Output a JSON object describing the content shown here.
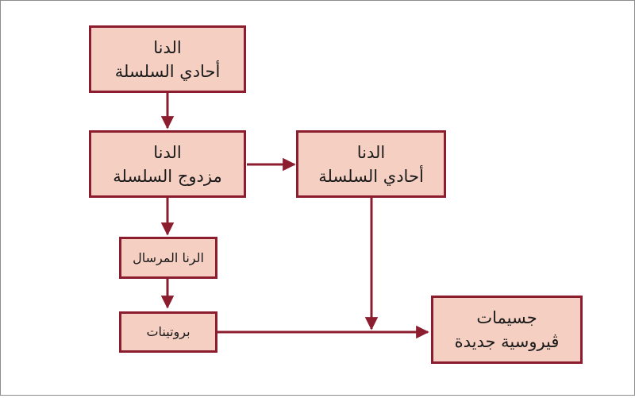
{
  "colors": {
    "box_fill": "#f5cfc2",
    "box_border": "#8c1d2f",
    "arrow": "#8c1d2f"
  },
  "nodes": {
    "ssdna_top": {
      "line1": "الدنا",
      "line2": "أحادي السلسلة"
    },
    "dsdna": {
      "line1": "الدنا",
      "line2": "مزدوج السلسلة"
    },
    "ssdna_right": {
      "line1": "الدنا",
      "line2": "أحادي السلسلة"
    },
    "mrna": {
      "label": "الرنا المرسال"
    },
    "proteins": {
      "label": "بروتينات"
    },
    "virions": {
      "line1": "جسيمات",
      "line2": "ڤيروسية جديدة"
    }
  }
}
